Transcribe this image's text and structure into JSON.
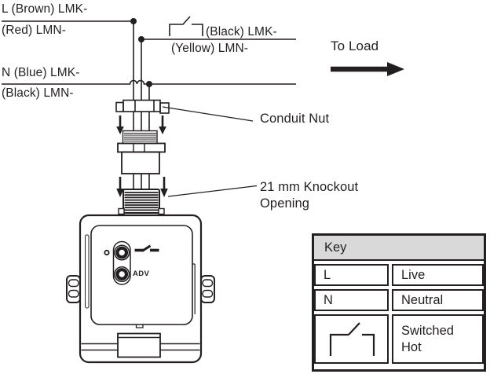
{
  "colors": {
    "line": "#231f20",
    "text": "#231f20",
    "key_header_bg": "#d9d9d9",
    "background": "#ffffff"
  },
  "wiring": {
    "live_label_top": "L (Brown) LMK-",
    "live_label_bottom": "(Red) LMN-",
    "switched_label_top": "(Black) LMK-",
    "switched_label_bottom": "(Yellow) LMN-",
    "neutral_label_top": "N (Blue) LMK-",
    "neutral_label_bottom": "(Black) LMN-",
    "to_load": "To Load"
  },
  "callouts": {
    "conduit_nut": "Conduit Nut",
    "knockout_line1": "21 mm Knockout",
    "knockout_line2": "Opening"
  },
  "device": {
    "adv_button_label": "ADV"
  },
  "key": {
    "header": "Key",
    "rows": [
      {
        "symbol": "L",
        "meaning": "Live"
      },
      {
        "symbol": "N",
        "meaning": "Neutral"
      },
      {
        "symbol": "switched-hot-icon",
        "meaning": "Switched Hot"
      }
    ]
  }
}
